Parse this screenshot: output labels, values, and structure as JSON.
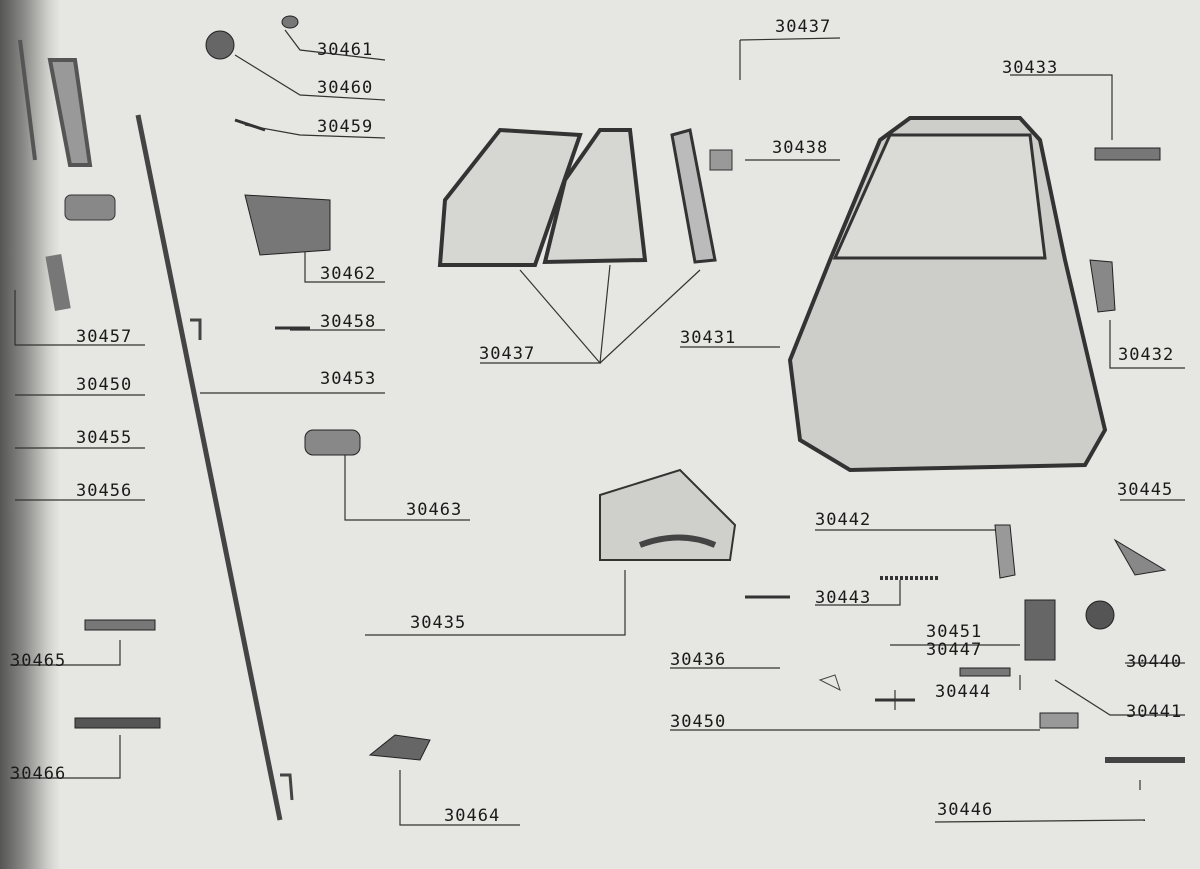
{
  "labels": {
    "l30461": "30461",
    "l30460": "30460",
    "l30459": "30459",
    "l30462": "30462",
    "l30458": "30458",
    "l30453": "30453",
    "l30457a": "30457",
    "l30450a": "30450",
    "l30455": "30455",
    "l30456": "30456",
    "l30463": "30463",
    "l30465": "30465",
    "l30466": "30466",
    "l30464": "30464",
    "l30437top": "30437",
    "l30433": "30433",
    "l30438": "30438",
    "l30437": "30437",
    "l30431": "30431",
    "l30432": "30432",
    "l30445": "30445",
    "l30442": "30442",
    "l30443": "30443",
    "l30435": "30435",
    "l30436": "30436",
    "l30451": "30451",
    "l30447": "30447",
    "l30444": "30444",
    "l30440": "30440",
    "l30450b": "30450",
    "l30441": "30441",
    "l30446": "30446"
  },
  "colors": {
    "paper": "#e6e6e2",
    "ink": "#1a1a1a",
    "part": "#6e6e6a"
  }
}
